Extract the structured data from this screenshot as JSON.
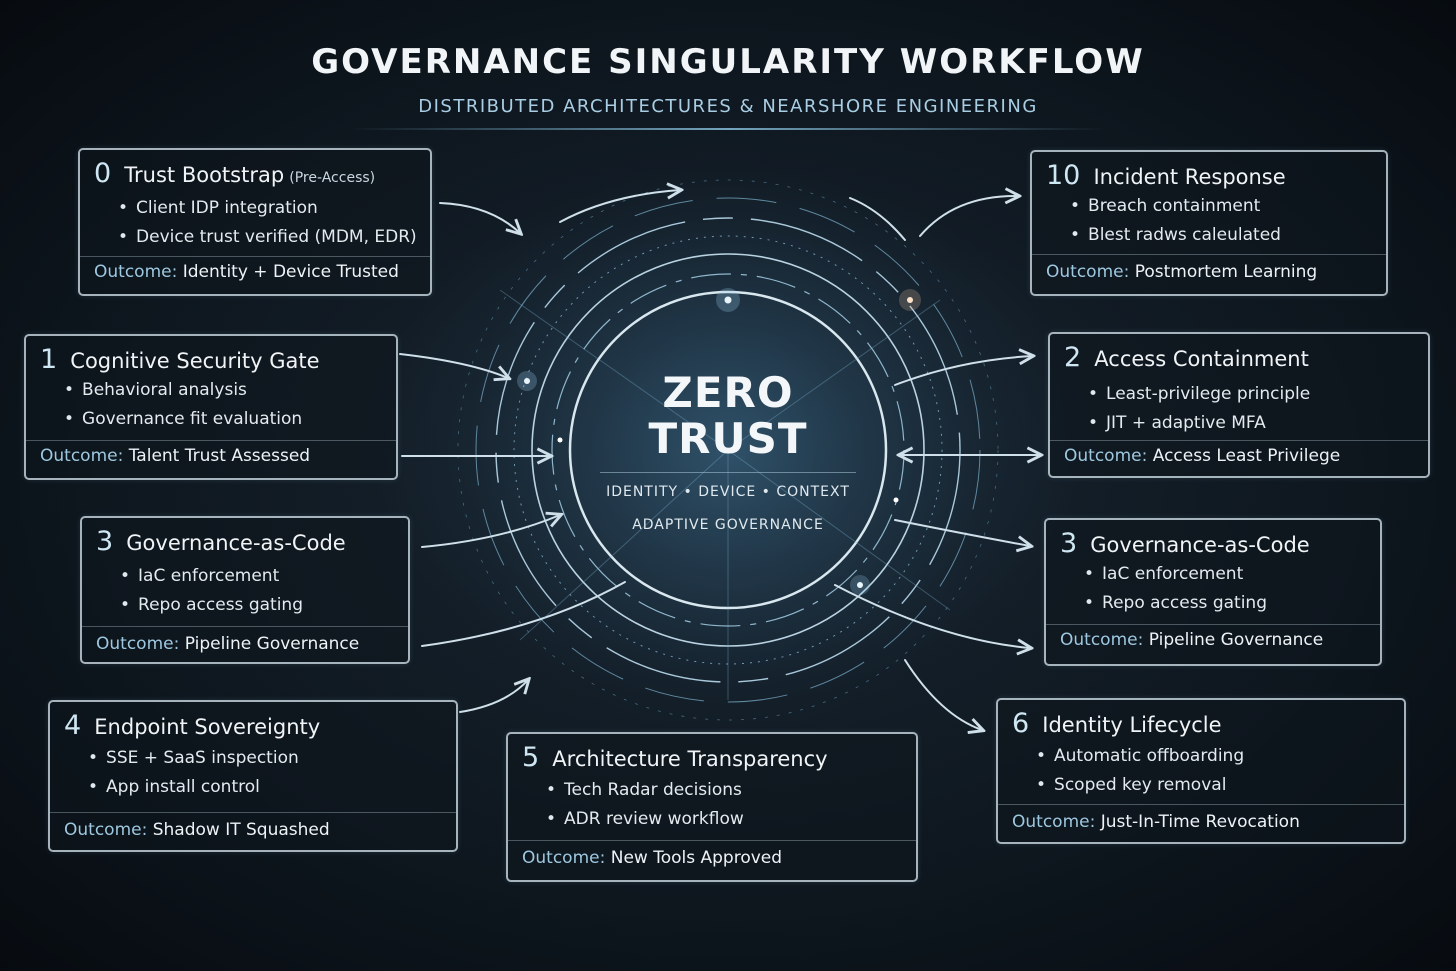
{
  "header": {
    "title": "GOVERNANCE SINGULARITY WORKFLOW",
    "subtitle": "DISTRIBUTED ARCHITECTURES & NEARSHORE ENGINEERING"
  },
  "core": {
    "title_line1": "ZERO",
    "title_line2": "TRUST",
    "subtitle_line1": "IDENTITY • DEVICE • CONTEXT",
    "subtitle_line2": "ADAPTIVE GOVERNANCE"
  },
  "outcome_label": "Outcome:",
  "cards": [
    {
      "number": "0",
      "name": "Trust Bootstrap",
      "note": "(Pre-Access)",
      "bullets": [
        "Client IDP integration",
        "Device trust verified (MDM, EDR)"
      ],
      "outcome": "Identity + Device Trusted"
    },
    {
      "number": "10",
      "name": "Incident Response",
      "bullets": [
        "Breach containment",
        "Blest radws caleulated"
      ],
      "outcome": "Postmortem Learning"
    },
    {
      "number": "1",
      "name": "Cognitive Security Gate",
      "bullets": [
        "Behavioral analysis",
        "Governance fit evaluation"
      ],
      "outcome": "Talent Trust Assessed"
    },
    {
      "number": "2",
      "name": "Access Containment",
      "bullets": [
        "Least-privilege principle",
        "JIT + adaptive MFA"
      ],
      "outcome": "Access Least Privilege"
    },
    {
      "number": "3",
      "name": "Governance-as-Code",
      "bullets": [
        "IaC enforcement",
        "Repo access gating"
      ],
      "outcome": "Pipeline Governance"
    },
    {
      "number": "3",
      "name": "Governance-as-Code",
      "bullets": [
        "IaC enforcement",
        "Repo access gating"
      ],
      "outcome": "Pipeline Governance"
    },
    {
      "number": "4",
      "name": "Endpoint Sovereignty",
      "bullets": [
        "SSE + SaaS inspection",
        "App install control"
      ],
      "outcome": "Shadow IT Squashed"
    },
    {
      "number": "5",
      "name": "Architecture Transparency",
      "bullets": [
        "Tech Radar decisions",
        "ADR review workflow"
      ],
      "outcome": "New Tools Approved"
    },
    {
      "number": "6",
      "name": "Identity Lifecycle",
      "bullets": [
        "Automatic offboarding",
        "Scoped key removal"
      ],
      "outcome": "Just-In-Time Revocation"
    }
  ]
}
